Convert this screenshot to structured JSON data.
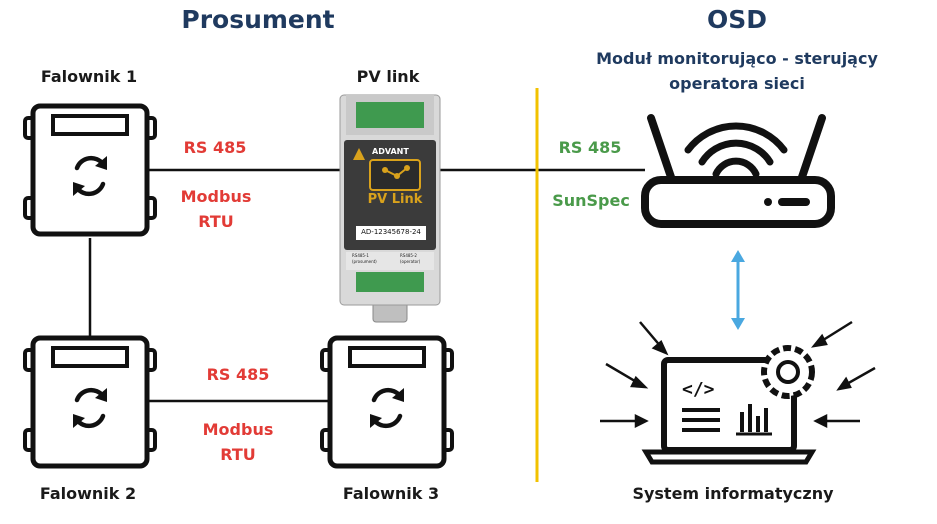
{
  "prosument": {
    "title": "Prosument",
    "inverter1": "Falownik 1",
    "inverter2": "Falownik 2",
    "inverter3": "Falownik 3",
    "pvlink_label": "PV link",
    "link1": {
      "protocol": "RS 485",
      "mode_line1": "Modbus",
      "mode_line2": "RTU"
    },
    "link2": {
      "protocol": "RS 485",
      "mode_line1": "Modbus",
      "mode_line2": "RTU"
    },
    "device": {
      "brand": "ADVANT",
      "name": "PV Link",
      "serial": "AD-12345678-24",
      "port_left": "RS485-1",
      "port_left_sub": "(prosument)",
      "port_right": "RS485-2",
      "port_right_sub": "(operator)"
    }
  },
  "osd": {
    "title": "OSD",
    "module_line1": "Moduł monitorująco - sterujący",
    "module_line2": "operatora sieci",
    "protocol": "RS 485",
    "standard": "SunSpec",
    "system": "System informatyczny"
  },
  "colors": {
    "title": "#1f3a5f",
    "protocol_red": "#e23b36",
    "protocol_green": "#4a9a4a",
    "divider": "#f2c200",
    "arrow": "#4aa8e0",
    "device_body": "#3b3b3b",
    "device_accent": "#d9a21c"
  },
  "icons": {
    "inverter": "inverter-refresh-icon",
    "router": "wifi-router-icon",
    "system": "laptop-code-gear-icon"
  }
}
